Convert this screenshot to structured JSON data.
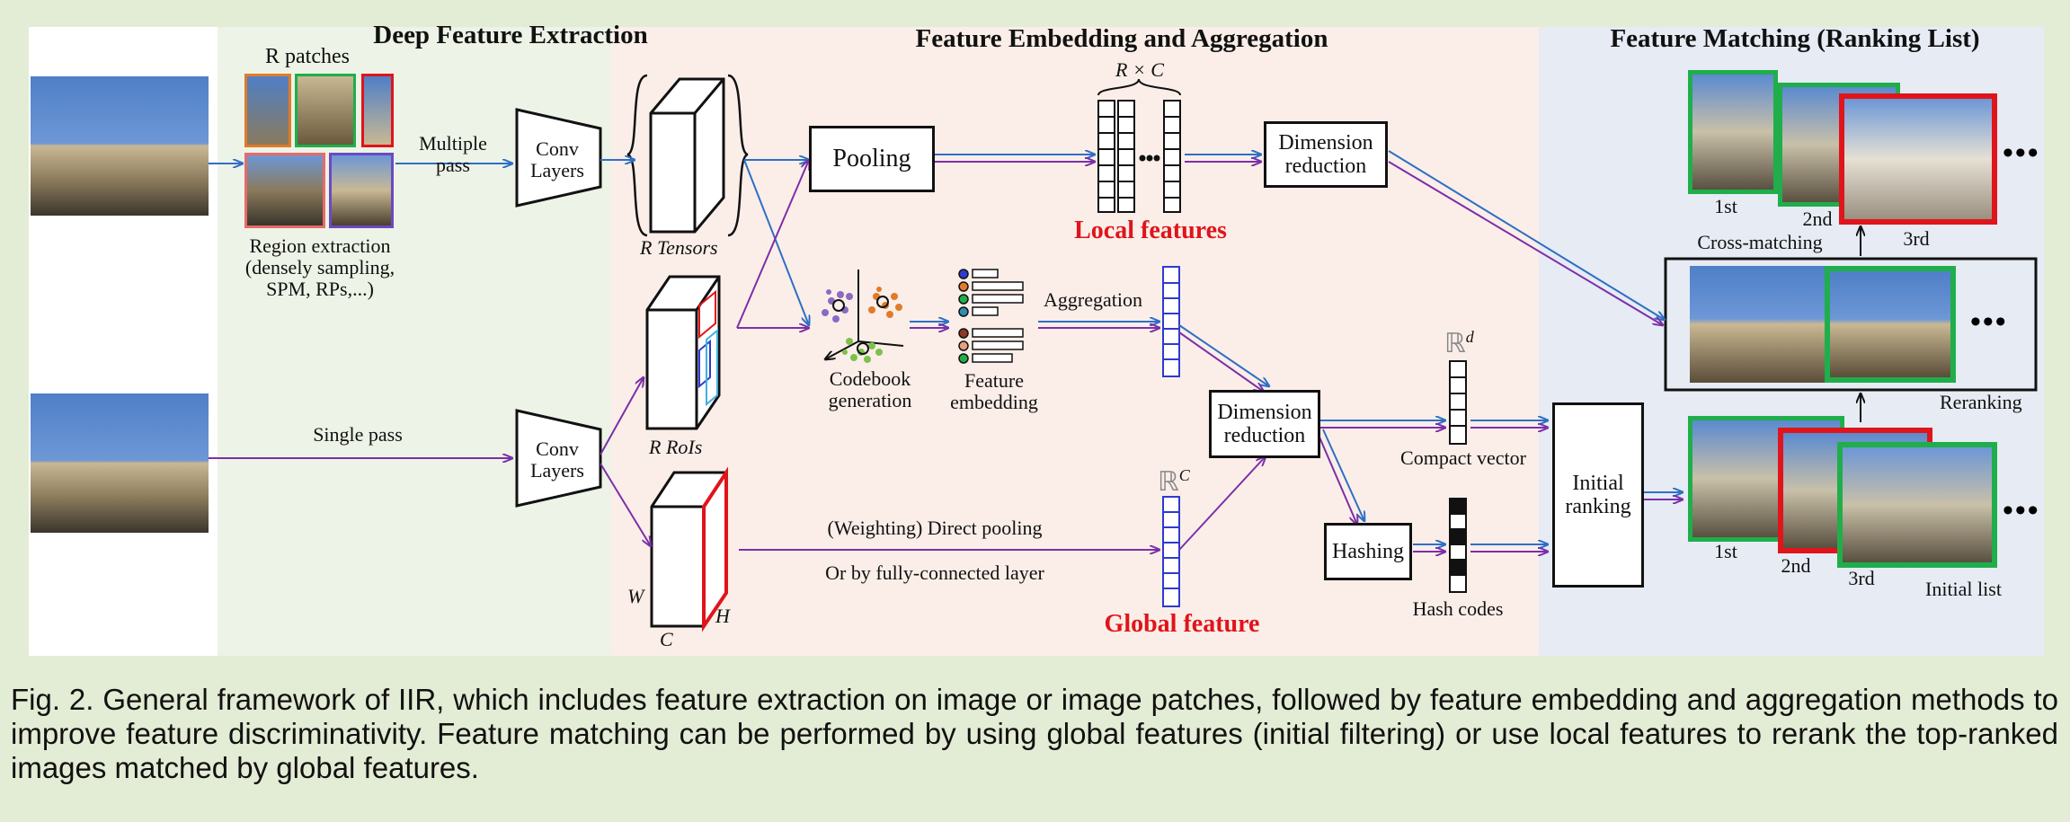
{
  "sections": {
    "extraction": "Deep Feature Extraction",
    "embedding": "Feature Embedding and Aggregation",
    "matching": "Feature Matching (Ranking List)"
  },
  "extraction": {
    "patches_label": "R patches",
    "region_extraction": [
      "Region extraction",
      "(densely sampling,",
      "SPM, RPs,...)"
    ],
    "multiple_pass": [
      "Multiple",
      "pass"
    ],
    "single_pass": "Single pass",
    "conv_layers": [
      "Conv",
      "Layers"
    ],
    "tensors_label": "R  Tensors",
    "rois_label": "R  RoIs",
    "dim_w": "W",
    "dim_h": "H",
    "dim_c": "C"
  },
  "embedding": {
    "pooling": "Pooling",
    "rxc": "R × C",
    "local_features": "Local features",
    "codebook_generation": [
      "Codebook",
      "generation"
    ],
    "feature_embedding": [
      "Feature",
      "embedding"
    ],
    "aggregation": "Aggregation",
    "direct_pooling": "(Weighting) Direct pooling",
    "fc_layer": "Or by fully-connected layer",
    "global_feature": "Global feature",
    "rc": "ℝ",
    "rc_sup": "C",
    "dim_reduction": [
      "Dimension",
      "reduction"
    ],
    "rd": "ℝ",
    "rd_sup": "d",
    "compact_vector": "Compact vector",
    "hashing": "Hashing",
    "hash_codes": "Hash codes"
  },
  "matching": {
    "initial_ranking": [
      "Initial",
      "ranking"
    ],
    "top_rank_labels": [
      "1st",
      "2nd",
      "3rd"
    ],
    "cross_matching": "Cross-matching",
    "reranking": "Reranking",
    "bottom_rank_labels": [
      "1st",
      "2nd",
      "3rd"
    ],
    "initial_list": "Initial list",
    "ellipsis": "•••"
  },
  "caption": "Fig. 2. General framework of IIR, which includes feature extraction on image or image patches, followed by feature embedding and aggregation methods to improve feature discriminativity. Feature matching can be performed by using global features (initial filtering) or use local features to rerank the top-ranked images matched by global features.",
  "colors": {
    "background": "#e3ecd4",
    "extraction_bg": "#edf3e6",
    "embedding_bg": "#fbeee8",
    "matching_bg": "#e6ebf4",
    "arrow_blue": "#2e6fc4",
    "arrow_purple": "#7b2fa8",
    "highlight_red": "#e0141b",
    "highlight_green": "#1fae4b",
    "vector_blue": "#2e3ad0"
  }
}
